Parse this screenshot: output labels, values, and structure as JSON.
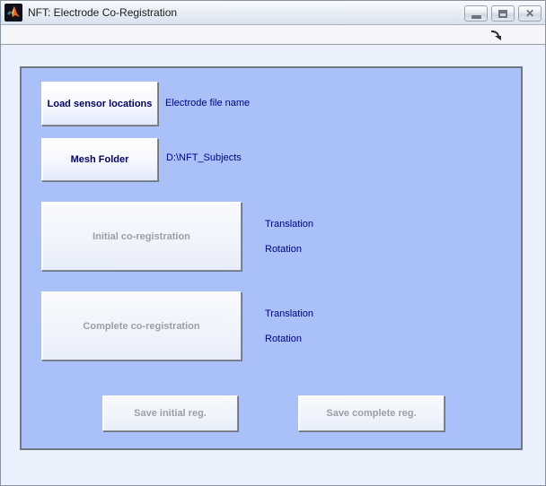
{
  "window": {
    "title": "NFT: Electrode Co-Registration"
  },
  "title_bar_icons": {
    "app_icon": "matlab-logo",
    "minimize": "minimize",
    "restore": "restore",
    "close": "close"
  },
  "toolbar": {
    "dock_icon": "dock-figure-arrow"
  },
  "panel": {
    "load_sensor_button": "Load sensor locations",
    "electrode_file_label": "Electrode file name",
    "mesh_folder_button": "Mesh Folder",
    "mesh_folder_path": "D:\\NFT_Subjects",
    "initial_coreg_button": "Initial co-registration",
    "initial_translation_label": "Translation",
    "initial_rotation_label": "Rotation",
    "complete_coreg_button": "Complete co-registration",
    "complete_translation_label": "Translation",
    "complete_rotation_label": "Rotation",
    "save_initial_button": "Save initial reg.",
    "save_complete_button": "Save complete reg."
  },
  "state": {
    "load_sensor_enabled": true,
    "mesh_folder_enabled": true,
    "initial_coreg_enabled": false,
    "complete_coreg_enabled": false,
    "save_initial_enabled": false,
    "save_complete_enabled": false
  },
  "colors": {
    "panel_background": "#a9c0f9",
    "figure_background": "#ebf1fc",
    "label_text": "#00008b",
    "enabled_button_text": "#00006a",
    "disabled_button_text": "#9aa0a8"
  }
}
